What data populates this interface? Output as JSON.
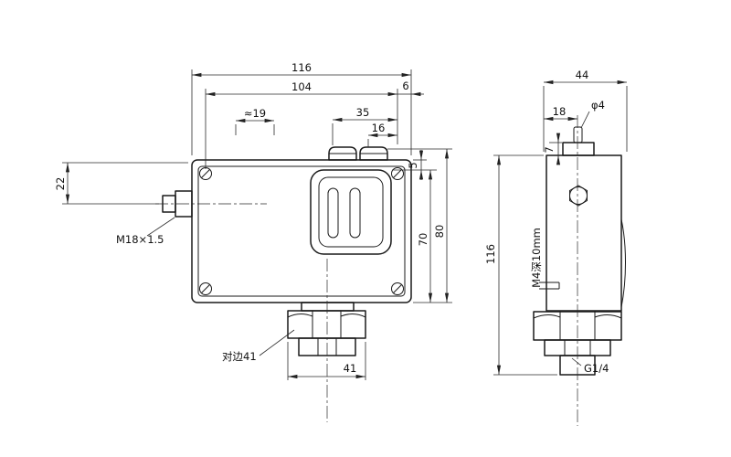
{
  "front_view": {
    "dims": {
      "width": "116",
      "hole_spacing": "104",
      "edge_offset": "6",
      "gland_spacing": "35",
      "gland_pitch": "16",
      "port_length": "≈19",
      "port_height": "22",
      "cover_gap": "5",
      "cover_height": "70",
      "body_height": "80",
      "nut_width": "41"
    },
    "labels": {
      "port_thread": "M18×1.5",
      "nut_flats": "对边41"
    }
  },
  "side_view": {
    "dims": {
      "depth": "44",
      "pin_offset": "18",
      "pin_diameter": "φ4",
      "boss_height": "7",
      "total_height": "116"
    },
    "labels": {
      "mounting_thread": "M4深10mm",
      "pressure_thread": "G1/4"
    }
  }
}
